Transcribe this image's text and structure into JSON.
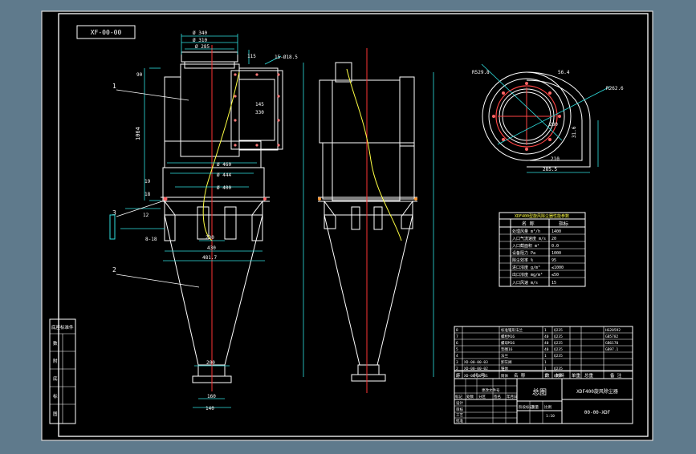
{
  "drawing": {
    "code_top": "XF-00-00",
    "title_main": "总图",
    "title_product": "XDF400旋风除尘器",
    "drawing_number": "00-00-XDF"
  },
  "dimensions": {
    "d340": "Ø 340",
    "d310": "Ø 310",
    "d285": "Ø 285",
    "d460": "Ø 460",
    "d444": "Ø 444",
    "d400": "Ø 400",
    "h1064": "1064",
    "w430": "430",
    "w481": "481.7",
    "w230": "230",
    "w200": "200",
    "w160": "160",
    "w140": "140",
    "side90": "90",
    "side18": "18",
    "side12": "12",
    "side8": "8-18",
    "side_1": "19",
    "side_top": "115",
    "inlet_w": "145",
    "inlet_h": "330",
    "flange": "15-Ø18.5",
    "r_plan_1": "R529.8",
    "r_plan_2": "R262.6",
    "plan_a": "56.4",
    "plan_b": "280",
    "plan_c": "210",
    "plan_d": "285.5",
    "plan_e": "31.6"
  },
  "parts": [
    "1",
    "2",
    "3"
  ],
  "side_labels": [
    "底座标准件",
    "数",
    "附",
    "底",
    "标",
    "图"
  ],
  "tech_table": {
    "title": "XDF400型旋风除尘器性能参数",
    "header": [
      "名 称",
      "指标"
    ],
    "rows": [
      [
        "处理风量 m³/h",
        "1400"
      ],
      [
        "入口气流速度 m/s",
        "20"
      ],
      [
        "入口截面积 m²",
        "0.0"
      ],
      [
        "设备阻力 Pa",
        "1000"
      ],
      [
        "除尘效率 %",
        "95"
      ],
      [
        "进口浓度 g/m³",
        "≤1000"
      ],
      [
        "出口浓度 mg/m³",
        "≤50"
      ],
      [
        "入口风速 m/s",
        "15"
      ]
    ]
  },
  "bom": {
    "rows": [
      [
        "8",
        "",
        "标准锥形法兰",
        "1",
        "Q235",
        "HG20592"
      ],
      [
        "7",
        "",
        "螺栓M16",
        "40",
        "Q235",
        "GB5782"
      ],
      [
        "6",
        "",
        "螺母M16",
        "40",
        "Q235",
        "GB6170"
      ],
      [
        "5",
        "",
        "垫圈16",
        "40",
        "Q235",
        "GB97.1"
      ],
      [
        "4",
        "",
        "法兰",
        "1",
        "Q235",
        ""
      ],
      [
        "3",
        "XD-00-00-03",
        "卸灰阀",
        "1",
        "",
        ""
      ],
      [
        "2",
        "XD-00-00-02",
        "锥体",
        "1",
        "Q235",
        ""
      ],
      [
        "1",
        "XD-00-00-01",
        "筒体",
        "1",
        "Q235",
        ""
      ]
    ],
    "header": [
      "序",
      "代 号",
      "名 称",
      "数",
      "材料",
      "单重",
      "总重",
      "备 注"
    ]
  },
  "title_block_small": [
    "标记",
    "处数",
    "分区",
    "更改文件号",
    "签名",
    "年月日"
  ],
  "title_block_labels": [
    "设计",
    "审核",
    "工艺",
    "批准",
    "阶段标记",
    "重量",
    "比例",
    "1:10"
  ]
}
